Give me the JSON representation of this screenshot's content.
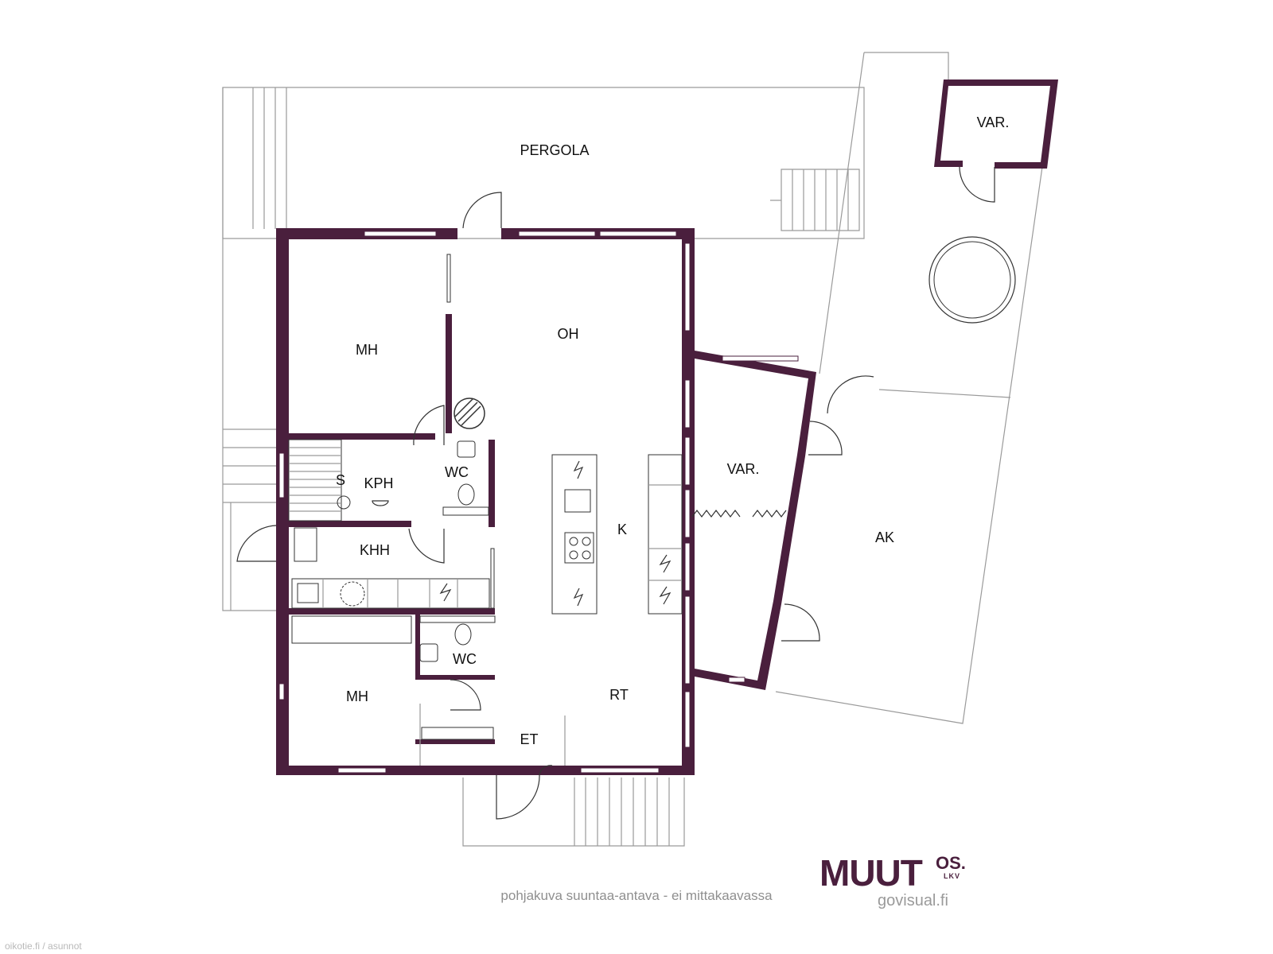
{
  "rooms": {
    "pergola": "PERGOLA",
    "var_top": "VAR.",
    "mh_top": "MH",
    "oh": "OH",
    "s": "S",
    "kph": "KPH",
    "wc_top": "WC",
    "khh": "KHH",
    "k": "K",
    "var_mid": "VAR.",
    "ak": "AK",
    "wc_bottom": "WC",
    "mh_bottom": "MH",
    "rt": "RT",
    "et": "ET"
  },
  "caption": "pohjakuva suuntaa-antava - ei mittakaavassa",
  "logo": {
    "main": "MUUT",
    "sup": "OS.",
    "small": "LKV"
  },
  "credit": "govisual.fi",
  "source": "oikotie.fi / asunnot",
  "colors": {
    "wall": "#4a1f3d",
    "outline": "#9a9a9a",
    "text": "#111111",
    "caption": "#8f8f8f"
  }
}
